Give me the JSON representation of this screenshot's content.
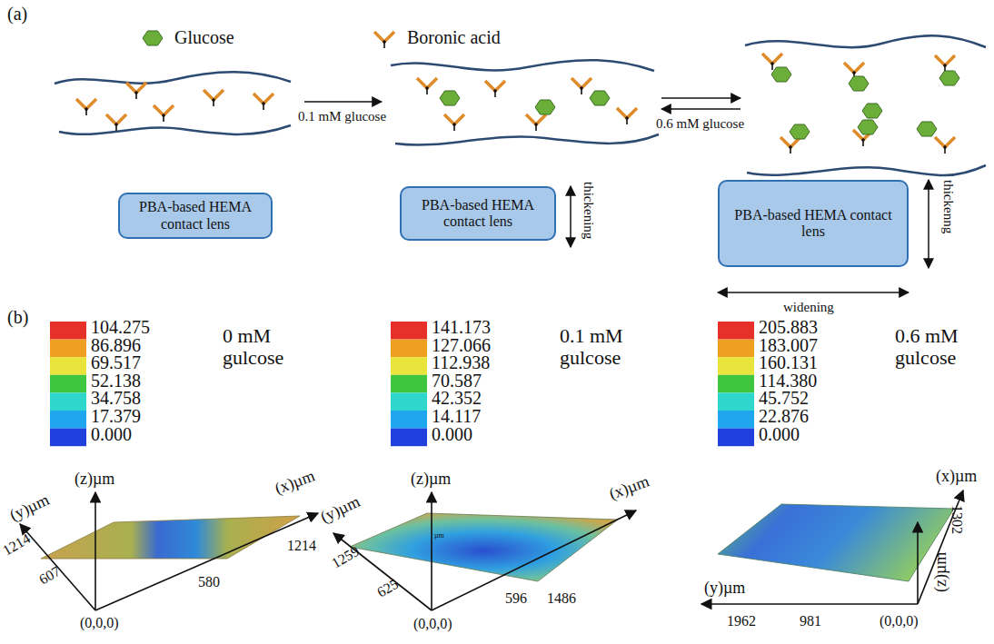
{
  "diagram": {
    "nodes": [
      {
        "text": [
          "PBA-based HEMA contact lens"
        ]
      },
      {
        "text": [
          "PBA-based HEMA contact lens"
        ]
      },
      {
        "text": [
          "PBA-based HEMA contact lens"
        ]
      }
    ],
    "labels": [
      "(a)",
      "0.1 mM glucose",
      "0.6 mM glucose",
      "thickening",
      "thickenng",
      "widening",
      "(b)",
      "104.275",
      "86.896",
      "69.517",
      "52.138",
      "34.758",
      "17.379",
      "0.000",
      "0 mM gulcose",
      "141.173",
      "127.066",
      "112.938",
      "70.587",
      "42.352",
      "14.117",
      "0.000",
      "0.1 mM gulcose",
      "205.883",
      "183.007",
      "160.131",
      "114.380",
      "45.752",
      "22.876",
      "0.000",
      "0.6 mM gulcose",
      "(y)µm",
      "(z)µm",
      "(x)µm",
      "1214",
      "607",
      "(0,0,0)",
      "580",
      "1214",
      "(y)µm",
      "(z)µm",
      "(x)µm",
      "1259",
      "625",
      "(0,0,0)",
      "596",
      "1486",
      "µm",
      "(x)µm",
      "1302",
      "(z)µm",
      "(y)µm",
      "1962",
      "981",
      "(0,0,0)"
    ],
    "legend": [
      {
        "text": "Glucose"
      },
      {
        "text": "Boronic acid"
      }
    ]
  }
}
